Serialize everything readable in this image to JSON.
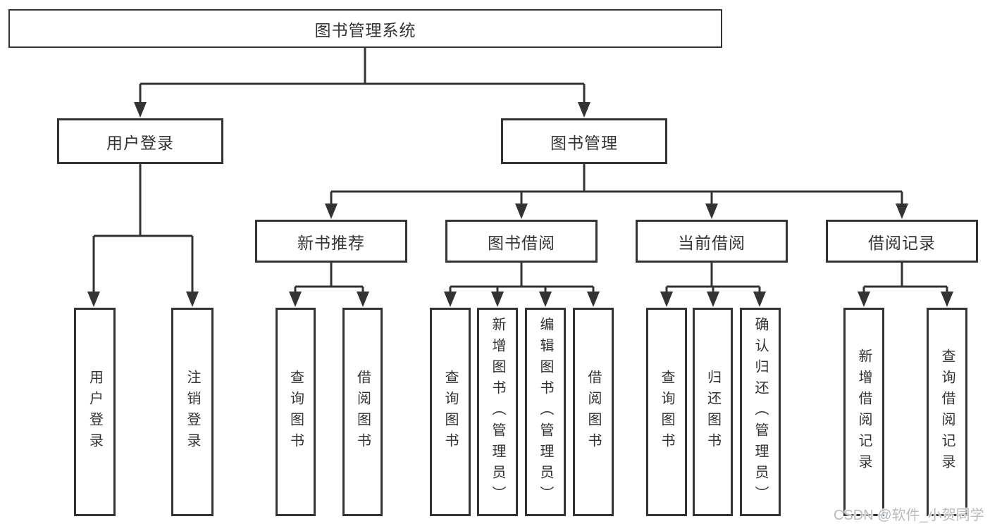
{
  "nodes": {
    "root": "图书管理系统",
    "user_login": "用户登录",
    "book_management": "图书管理",
    "new_book_recommend": "新书推荐",
    "book_borrow": "图书借阅",
    "current_borrow": "当前借阅",
    "borrow_record": "借阅记录",
    "login": "用户登录",
    "logout": "注销登录",
    "nb_query_book": "查询图书",
    "nb_borrow_book": "借阅图书",
    "bb_query_book": "查询图书",
    "bb_add_book": "新增图书（管理员）",
    "bb_edit_book": "编辑图书（管理员）",
    "bb_borrow_book": "借阅图书",
    "cb_query_book": "查询图书",
    "cb_return_book": "归还图书",
    "cb_confirm_return": "确认归还（管理员）",
    "br_add_record": "新增借阅记录",
    "br_query_record": "查询借阅记录"
  },
  "structure": {
    "图书管理系统": {
      "用户登录": [
        "用户登录",
        "注销登录"
      ],
      "图书管理": {
        "新书推荐": [
          "查询图书",
          "借阅图书"
        ],
        "图书借阅": [
          "查询图书",
          "新增图书（管理员）",
          "编辑图书（管理员）",
          "借阅图书"
        ],
        "当前借阅": [
          "查询图书",
          "归还图书",
          "确认归还（管理员）"
        ],
        "借阅记录": [
          "新增借阅记录",
          "查询借阅记录"
        ]
      }
    }
  },
  "watermark": "CSDN @软件_小贺同学",
  "colors": {
    "line": "#333333",
    "border": "#333333",
    "text": "#333333",
    "background": "#ffffff",
    "watermark": "#b7babd"
  }
}
